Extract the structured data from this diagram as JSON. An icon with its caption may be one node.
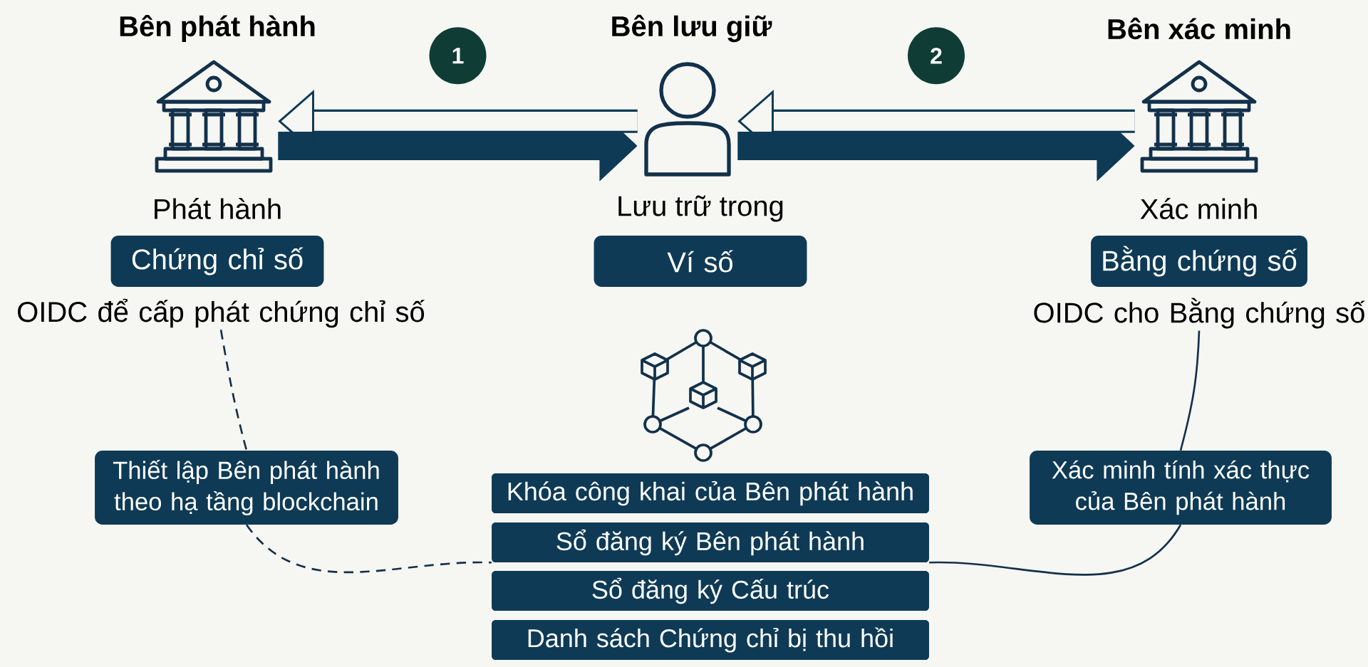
{
  "diagram": {
    "nodes": [
      {
        "text": [],
        "shape": "picture",
        "beside": [
          "Bên phát hành"
        ]
      },
      {
        "text": [],
        "shape": "person",
        "beside": [
          "Bên lưu giữ"
        ]
      },
      {
        "text": [],
        "shape": "picture",
        "beside": [
          "Bên xác minh"
        ]
      },
      {
        "text": [
          "Chứng chỉ số"
        ],
        "beside": [
          "Phát hành"
        ]
      },
      {
        "text": [
          "Ví số"
        ],
        "beside": [
          "Lưu trữ trong"
        ]
      },
      {
        "text": [
          "Bằng chứng số"
        ],
        "beside": [
          "Xác minh"
        ]
      },
      {
        "text": [
          "OIDC để cấp phát chứng chỉ số"
        ]
      },
      {
        "text": [
          "OIDC cho Bằng chứng số"
        ]
      },
      {
        "text": [
          "Thiết lập Bên phát hành theo hạ tầng blockchain"
        ]
      },
      {
        "text": [
          "Xác minh tính xác thực của Bên phát hành"
        ]
      },
      {
        "text": [
          "Khóa công khai của Bên phát hành"
        ]
      },
      {
        "text": [
          "Sổ đăng ký Bên phát hành"
        ]
      },
      {
        "text": [
          "Sổ đăng ký Cấu trúc"
        ]
      },
      {
        "text": [
          "Danh sách Chứng chỉ bị thu hồi"
        ]
      }
    ],
    "edges": [
      {
        "from": 0,
        "to": 1,
        "arrow": "to",
        "style": "thick"
      },
      {
        "from": 1,
        "to": 0,
        "arrow": "to",
        "style": "thick",
        "label": "1"
      },
      {
        "from": 1,
        "to": 2,
        "arrow": "to",
        "style": "thick"
      },
      {
        "from": 2,
        "to": 1,
        "arrow": "to",
        "style": "thick",
        "label": "2"
      },
      {
        "from": 6,
        "to": 8,
        "arrow": "none",
        "style": "dashed"
      },
      {
        "from": 8,
        "to": 11,
        "arrow": "none",
        "style": "dashed"
      },
      {
        "from": 7,
        "to": 9,
        "arrow": "none"
      },
      {
        "from": 9,
        "to": 11,
        "arrow": "none"
      }
    ]
  }
}
